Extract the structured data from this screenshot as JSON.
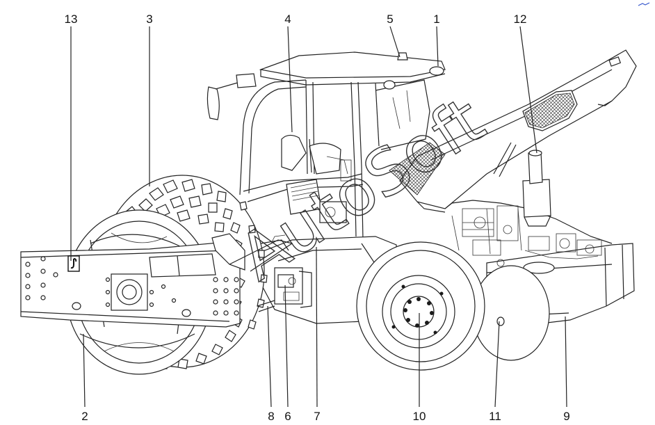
{
  "callouts": {
    "c1": "1",
    "c2": "2",
    "c3": "3",
    "c4": "4",
    "c5": "5",
    "c6": "6",
    "c7": "7",
    "c8": "8",
    "c9": "9",
    "c10": "10",
    "c11": "11",
    "c12": "12",
    "c13": "13"
  },
  "watermark": "AutoSoft",
  "colors": {
    "line": "#222222",
    "background": "#ffffff",
    "accent_mark": "#3355cc"
  }
}
